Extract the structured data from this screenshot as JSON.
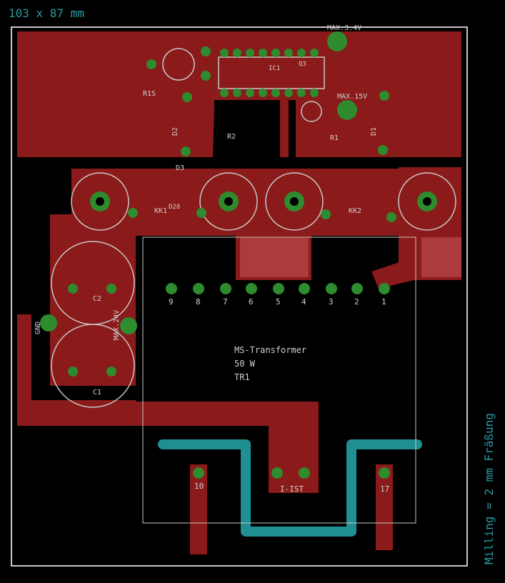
{
  "header": {
    "dimensions": "103 x 87 mm"
  },
  "side_note": "Milling = 2 mm Fräßung",
  "colors": {
    "copper": "#8b1a1a",
    "pad": "#2e8b2e",
    "silk": "#d0d0d0",
    "note": "#2a9aa0",
    "trace": "#000000"
  },
  "transformer": {
    "name": "MS-Transformer",
    "power": "50 W",
    "ref": "TR1",
    "current_label": "I-IST"
  },
  "pins": [
    "9",
    "8",
    "7",
    "6",
    "5",
    "4",
    "3",
    "2",
    "1",
    "10",
    "17"
  ],
  "components": {
    "c1": "C1",
    "c2": "C2",
    "gnd": "GND",
    "max24": "MAX.24V",
    "max34": "MAX.3.4V",
    "max15": "MAX.15V",
    "r1": "R1",
    "r2": "R2",
    "r1s": "R1S",
    "d2": "D2",
    "d3": "D3",
    "d1": "D1",
    "kk1": "KK1",
    "kk2": "KK2",
    "ic": "IC1",
    "q3": "Q3",
    "d28": "D28"
  }
}
